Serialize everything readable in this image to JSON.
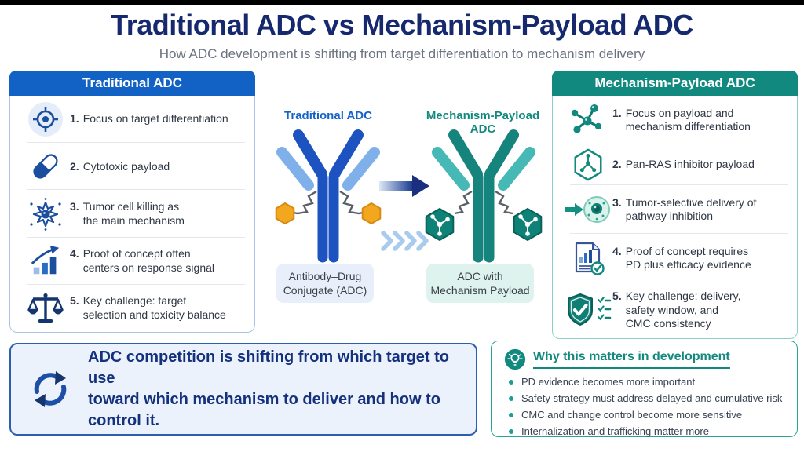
{
  "page": {
    "title": "Traditional ADC vs Mechanism-Payload ADC",
    "subtitle": "How ADC development is shifting from target differentiation to mechanism delivery"
  },
  "left_panel": {
    "header": "Traditional ADC",
    "items": [
      {
        "num": "1.",
        "text": "Focus on target differentiation",
        "icon": "target-icon"
      },
      {
        "num": "2.",
        "text": "Cytotoxic payload",
        "icon": "capsule-icon"
      },
      {
        "num": "3.",
        "text": "Tumor cell killing as\nthe main mechanism",
        "icon": "burst-cell-icon"
      },
      {
        "num": "4.",
        "text": "Proof of concept often\ncenters on response signal",
        "icon": "growth-chart-icon"
      },
      {
        "num": "5.",
        "text": "Key challenge: target\nselection and toxicity balance",
        "icon": "balance-scale-icon"
      }
    ]
  },
  "right_panel": {
    "header": "Mechanism-Payload ADC",
    "items": [
      {
        "num": "1.",
        "text": "Focus on payload and\nmechanism differentiation",
        "icon": "molecule-icon"
      },
      {
        "num": "2.",
        "text": "Pan-RAS inhibitor payload",
        "icon": "hexagon-molecule-icon"
      },
      {
        "num": "3.",
        "text": "Tumor-selective delivery of\npathway inhibition",
        "icon": "cell-delivery-icon"
      },
      {
        "num": "4.",
        "text": "Proof of concept requires\nPD plus efficacy evidence",
        "icon": "document-check-icon"
      },
      {
        "num": "5.",
        "text": "Key challenge: delivery,\nsafety window, and\nCMC consistency",
        "icon": "shield-check-icon"
      }
    ]
  },
  "diagram": {
    "left_label": "Traditional ADC",
    "right_label": "Mechanism-Payload ADC",
    "left_caption": "Antibody–Drug\nConjugate (ADC)",
    "right_caption": "ADC with\nMechanism Payload",
    "arrow_icon": "right-arrow-icon",
    "chevrons_icon": "chevrons-right-icon"
  },
  "callout": {
    "icon": "cycle-arrows-icon",
    "text": "ADC competition is shifting from which target to use\ntoward which mechanism to deliver and how to control it."
  },
  "why_box": {
    "icon": "lightbulb-icon",
    "title": "Why this matters in development",
    "bullets": [
      "PD evidence becomes more important",
      "Safety strategy must address delayed and cumulative risk",
      "CMC and change control become more sensitive",
      "Internalization and trafficking matter more"
    ]
  },
  "colors": {
    "title_navy": "#16296F",
    "blue_header": "#1262C5",
    "teal_header": "#12897E",
    "orange_payload": "#F2A71E",
    "antibody_blue_dark": "#1D53C0",
    "antibody_blue_light": "#7FB0EA",
    "antibody_teal_dark": "#15847C",
    "antibody_teal_light": "#46B8B5",
    "callout_border": "#2E5FAE",
    "callout_bg": "#ECF2FB",
    "why_border": "#2AA196",
    "caption_blue_bg": "#E9EFFA",
    "caption_mint_bg": "#DFF3EE"
  }
}
